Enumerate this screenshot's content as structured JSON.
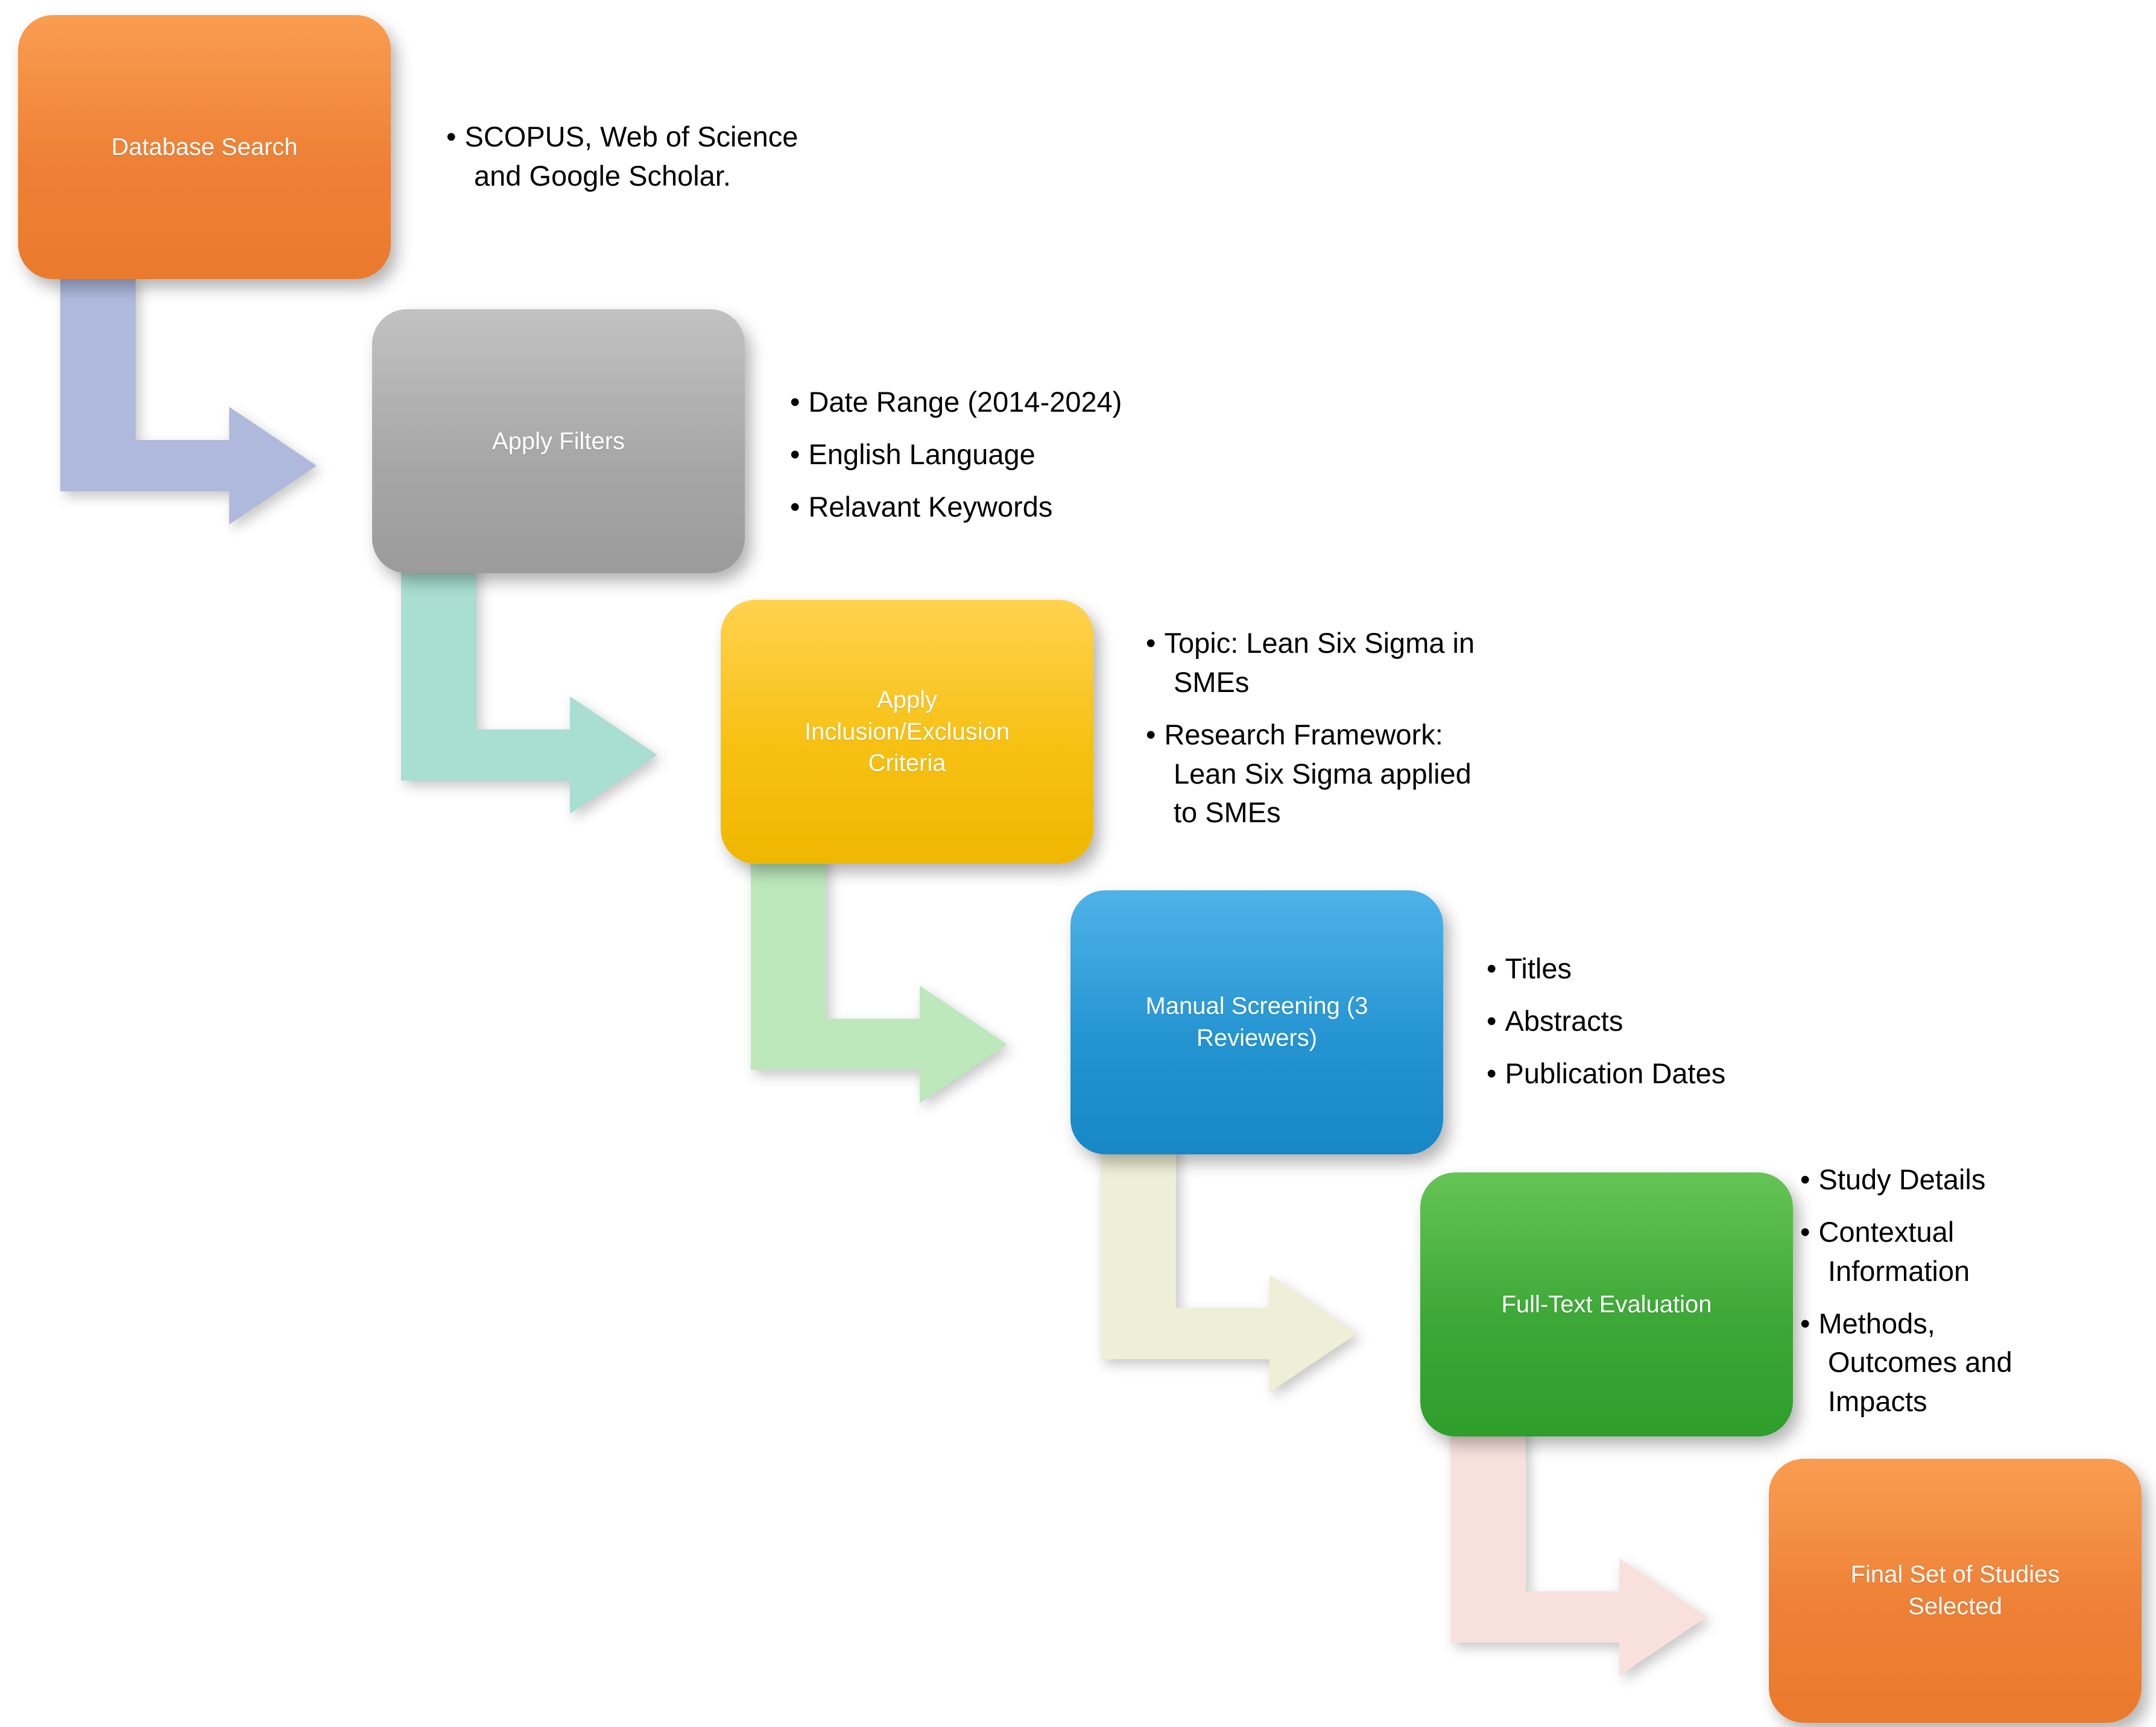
{
  "steps": [
    {
      "label": "Database Search",
      "box_color_top": "#F99D51",
      "box_color_bottom": "#EA7A2D",
      "bullets": [
        "SCOPUS, Web of Science and Google Scholar."
      ]
    },
    {
      "label": "Apply Filters",
      "box_color_top": "#C2C2C2",
      "box_color_bottom": "#9B9B9B",
      "bullets": [
        "Date Range (2014-2024)",
        "English Language",
        "Relavant Keywords"
      ]
    },
    {
      "label": "Apply Inclusion/Exclusion Criteria",
      "box_color_top": "#FFD24F",
      "box_color_bottom": "#EFB700",
      "bullets": [
        "Topic: Lean Six Sigma in SMEs",
        "Research Framework: Lean Six Sigma applied to SMEs"
      ]
    },
    {
      "label": "Manual Screening (3 Reviewers)",
      "box_color_top": "#4FB3E8",
      "box_color_bottom": "#1787C5",
      "bullets": [
        "Titles",
        "Abstracts",
        "Publication Dates"
      ]
    },
    {
      "label": "Full-Text Evaluation",
      "box_color_top": "#65C455",
      "box_color_bottom": "#2E9E2B",
      "bullets": [
        "Study Details",
        "Contextual Information",
        "Methods, Outcomes and Impacts"
      ]
    },
    {
      "label": "Final Set of Studies Selected",
      "box_color_top": "#F99D51",
      "box_color_bottom": "#EA7A2D",
      "bullets": []
    }
  ],
  "arrows": [
    {
      "name": "database-search-to-apply-filters",
      "color": "#AEB9DC"
    },
    {
      "name": "apply-filters-to-criteria",
      "color": "#A9DED2"
    },
    {
      "name": "criteria-to-manual-screening",
      "color": "#BDE8BB"
    },
    {
      "name": "manual-screening-to-full-text",
      "color": "#EDEFD6"
    },
    {
      "name": "full-text-to-final-set",
      "color": "#F8E1DD"
    }
  ]
}
